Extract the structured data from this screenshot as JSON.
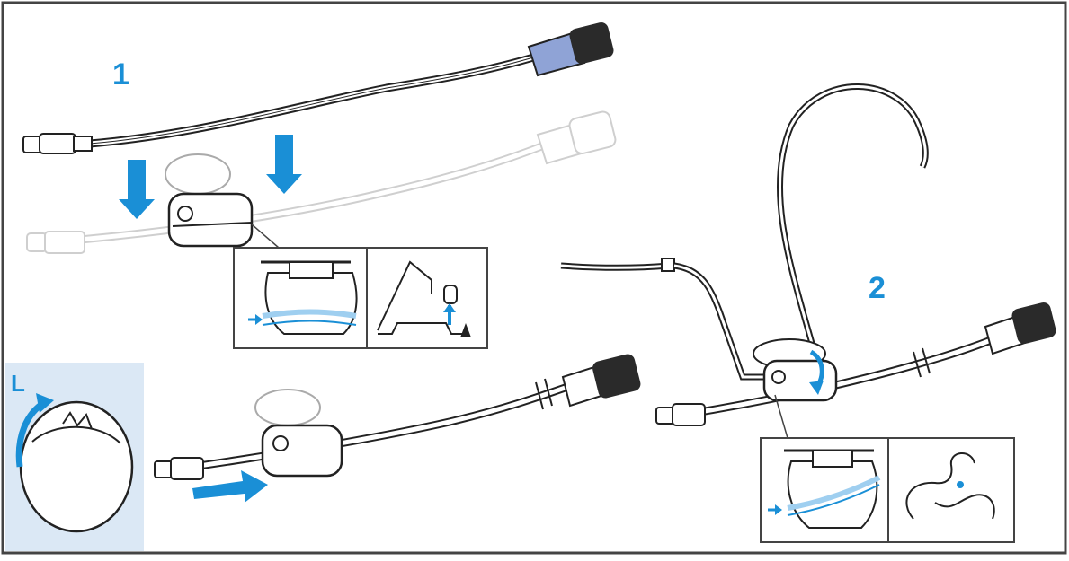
{
  "step_labels": {
    "step1": "1",
    "step2": "2"
  },
  "side_label": "L",
  "colors": {
    "accent": "#1a8fd6",
    "accent_light": "#9fcff0",
    "line": "#222222",
    "ghost": "#cfcfcf",
    "panel": "#dbe8f5",
    "frame": "#444444"
  },
  "icons": [
    "arrow-down-icon",
    "arrow-right-icon",
    "rotate-arrow-icon",
    "head-icon",
    "connector-icon",
    "clip-icon"
  ]
}
